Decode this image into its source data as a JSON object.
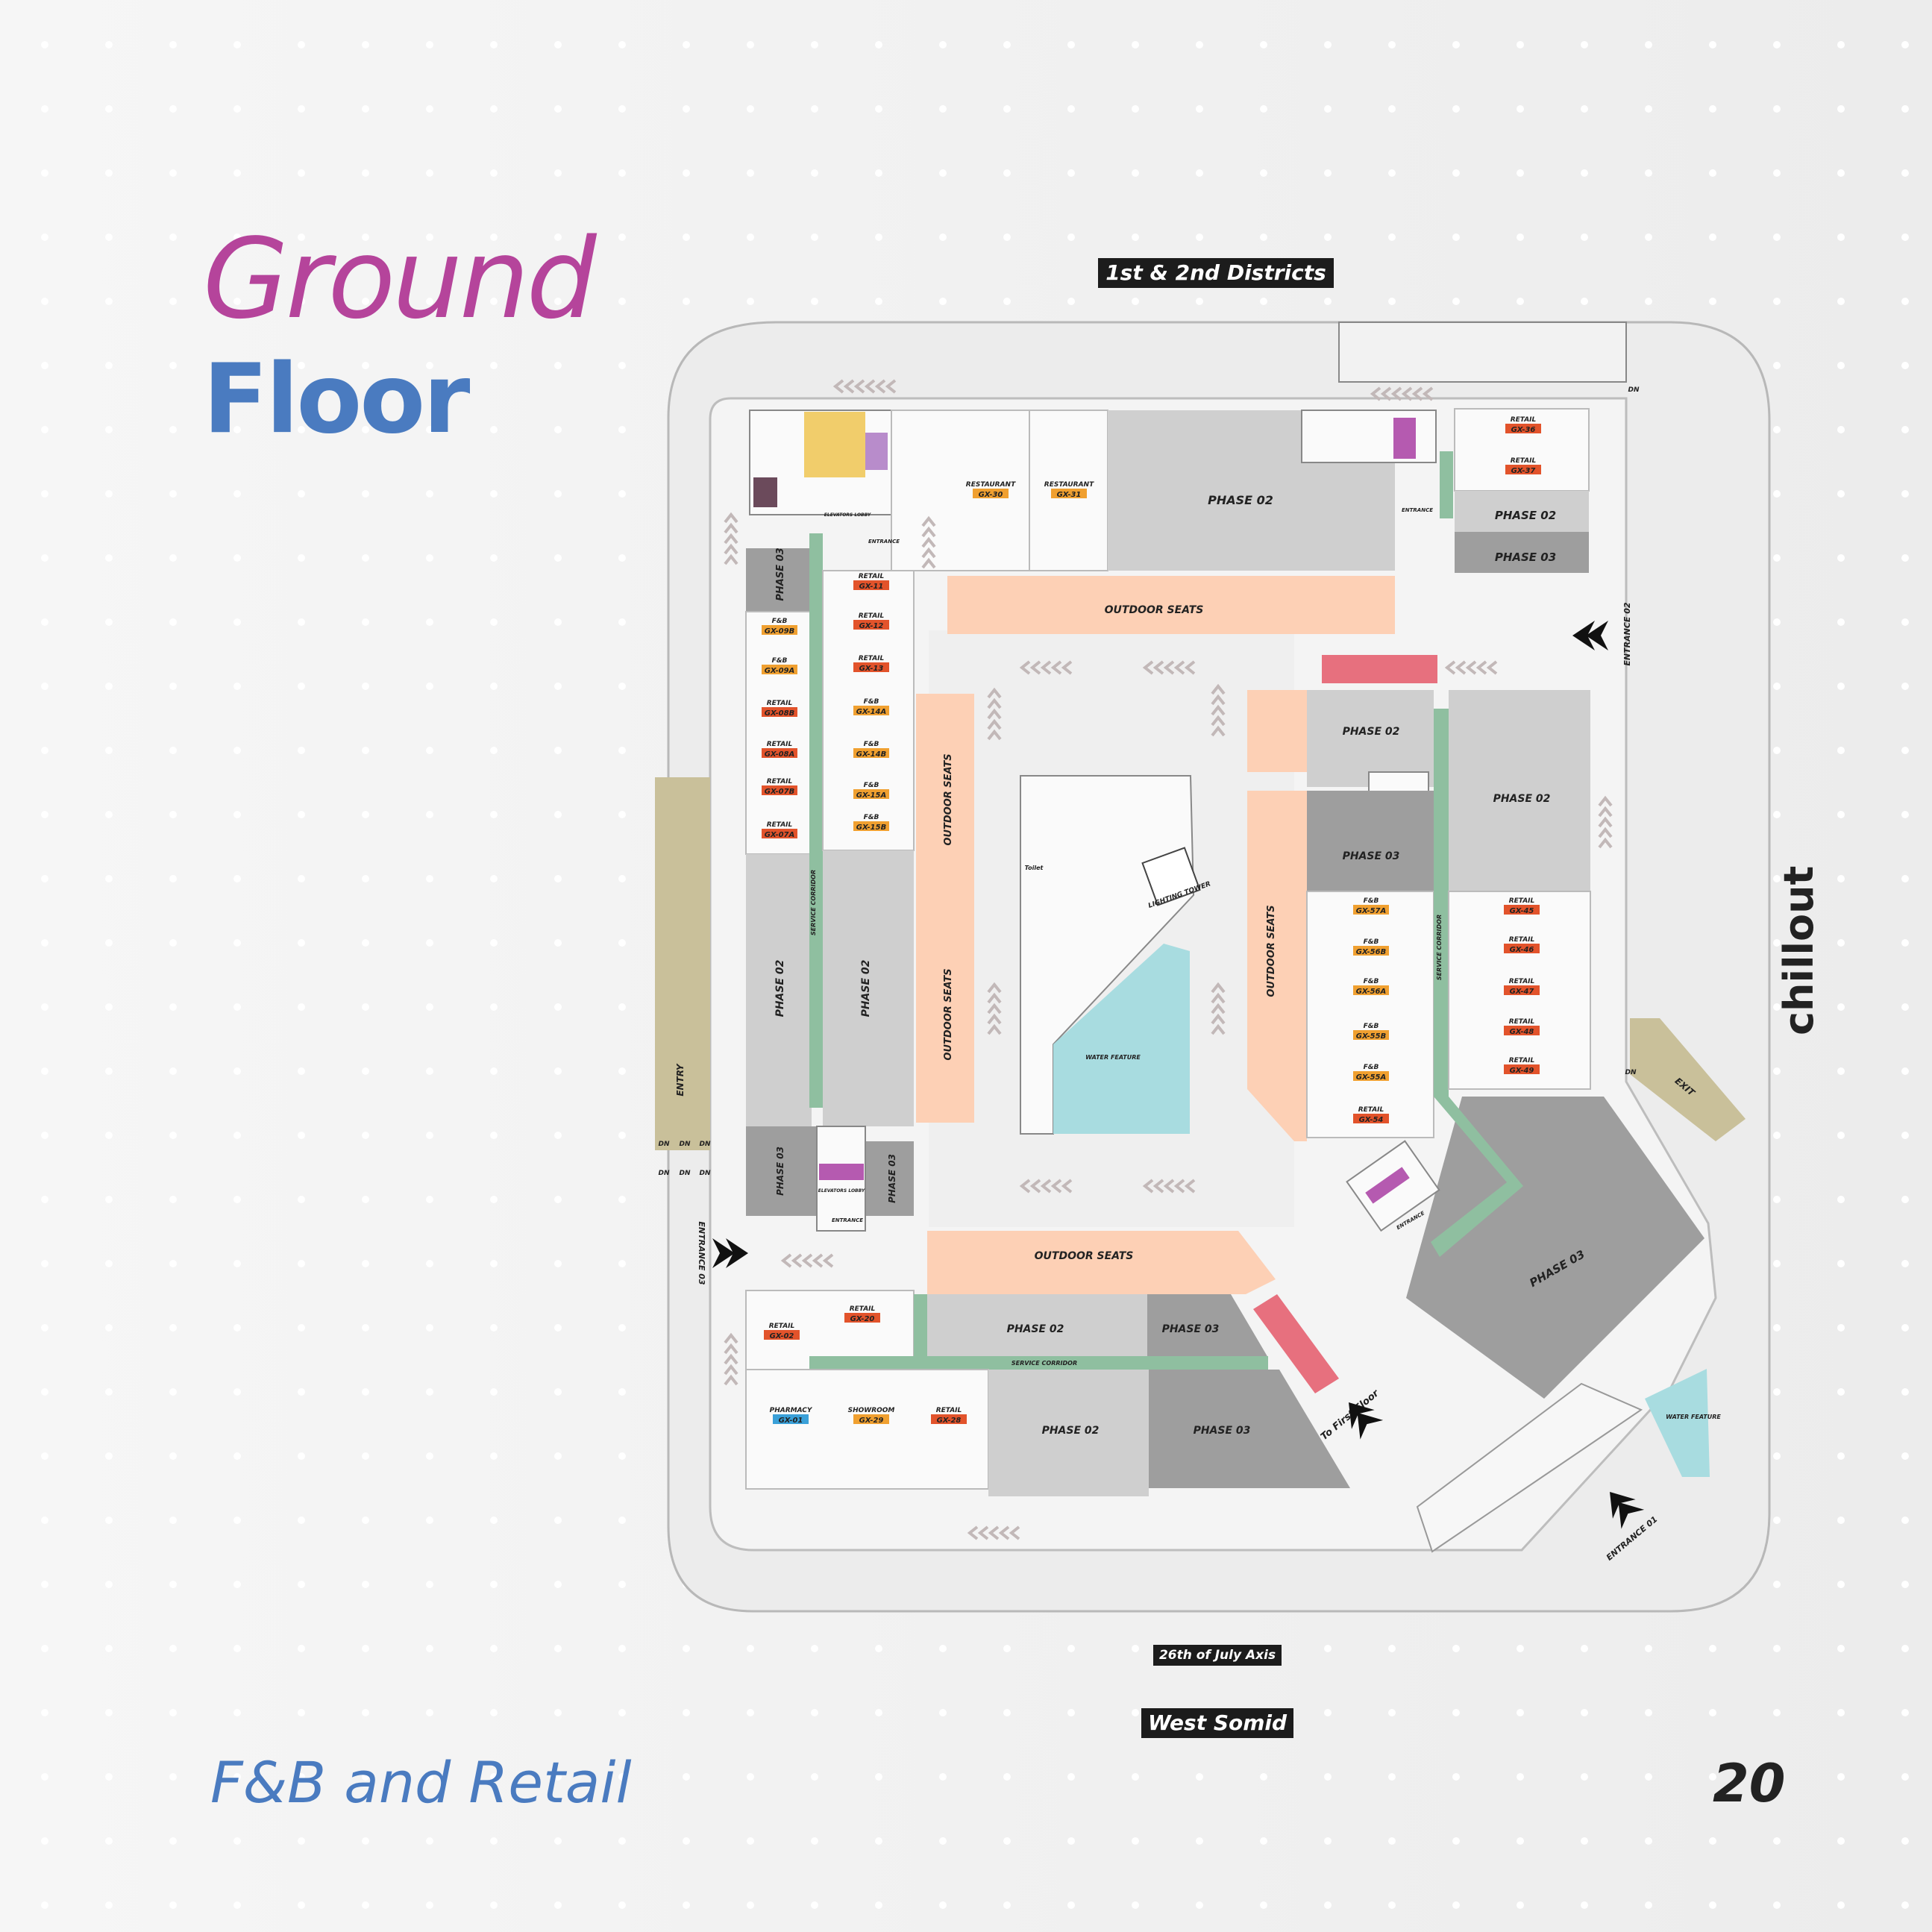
{
  "header": {
    "title_line1": "Ground",
    "title_line2": "Floor"
  },
  "footer": {
    "subtitle": "F&B and Retail",
    "page_number": "20"
  },
  "brand": {
    "logo_text": "chillout"
  },
  "streets": {
    "top": "1st & 2nd Districts",
    "axis": "26th of July Axis",
    "bottom": "West Somid"
  },
  "entrances": {
    "entrance_01": "ENTRANCE 01",
    "entrance_02": "ENTRANCE 02",
    "entrance_03": "ENTRANCE 03",
    "entry": "ENTRY",
    "exit": "EXIT",
    "to_first_floor": "To First Floor",
    "dn": "DN"
  },
  "units": {
    "left_column": [
      {
        "type": "F&B",
        "code": "GX-09B"
      },
      {
        "type": "F&B",
        "code": "GX-09A"
      },
      {
        "type": "RETAIL",
        "code": "GX-08B"
      },
      {
        "type": "RETAIL",
        "code": "GX-08A"
      },
      {
        "type": "RETAIL",
        "code": "GX-07B"
      },
      {
        "type": "RETAIL",
        "code": "GX-07A"
      }
    ],
    "left_inner_column": [
      {
        "type": "RETAIL",
        "code": "GX-11"
      },
      {
        "type": "RETAIL",
        "code": "GX-12"
      },
      {
        "type": "RETAIL",
        "code": "GX-13"
      },
      {
        "type": "F&B",
        "code": "GX-14A"
      },
      {
        "type": "F&B",
        "code": "GX-14B"
      },
      {
        "type": "F&B",
        "code": "GX-15A"
      },
      {
        "type": "F&B",
        "code": "GX-15B"
      }
    ],
    "top_row": [
      {
        "type": "RESTAURANT",
        "code": "GX-30"
      },
      {
        "type": "RESTAURANT",
        "code": "GX-31"
      }
    ],
    "top_right": [
      {
        "type": "RETAIL",
        "code": "GX-36"
      },
      {
        "type": "RETAIL",
        "code": "GX-37"
      }
    ],
    "right_inner_column": [
      {
        "type": "F&B",
        "code": "GX-57A"
      },
      {
        "type": "F&B",
        "code": "GX-56B"
      },
      {
        "type": "F&B",
        "code": "GX-56A"
      },
      {
        "type": "F&B",
        "code": "GX-55B"
      },
      {
        "type": "F&B",
        "code": "GX-55A"
      },
      {
        "type": "RETAIL",
        "code": "GX-54"
      }
    ],
    "right_outer_column": [
      {
        "type": "RETAIL",
        "code": "GX-45"
      },
      {
        "type": "RETAIL",
        "code": "GX-46"
      },
      {
        "type": "RETAIL",
        "code": "GX-47"
      },
      {
        "type": "RETAIL",
        "code": "GX-48"
      },
      {
        "type": "RETAIL",
        "code": "GX-49"
      }
    ],
    "bottom_row": [
      {
        "type": "RETAIL",
        "code": "GX-02"
      },
      {
        "type": "RETAIL",
        "code": "GX-20"
      },
      {
        "type": "PHARMACY",
        "code": "GX-01"
      },
      {
        "type": "SHOWROOM",
        "code": "GX-29"
      },
      {
        "type": "RETAIL",
        "code": "GX-28"
      }
    ]
  },
  "zones": {
    "phase_02": "PHASE 02",
    "phase_03": "PHASE 03",
    "outdoor_seats": "OUTDOOR SEATS",
    "service_corridor": "SERVICE CORRIDOR",
    "lighting_tower": "LIGHTING TOWER",
    "water_feature": "WATER FEATURE",
    "toilet": "Toilet",
    "entrance": "ENTRANCE",
    "elevators_lobby": "ELEVATORS LOBBY"
  },
  "colors": {
    "title_magenta": "#b5449b",
    "title_blue": "#4a7bc0",
    "retail_tag": "#e2532b",
    "fnb_tag": "#f0a030",
    "pharmacy_tag": "#3aa0d8",
    "outdoor_seats": "#fdd0b5",
    "service_corridor": "#8fbfa0",
    "phase_02": "#cfcfcf",
    "phase_03": "#9e9e9e",
    "water": "#a8dce0",
    "escalator": "#e7707e"
  }
}
